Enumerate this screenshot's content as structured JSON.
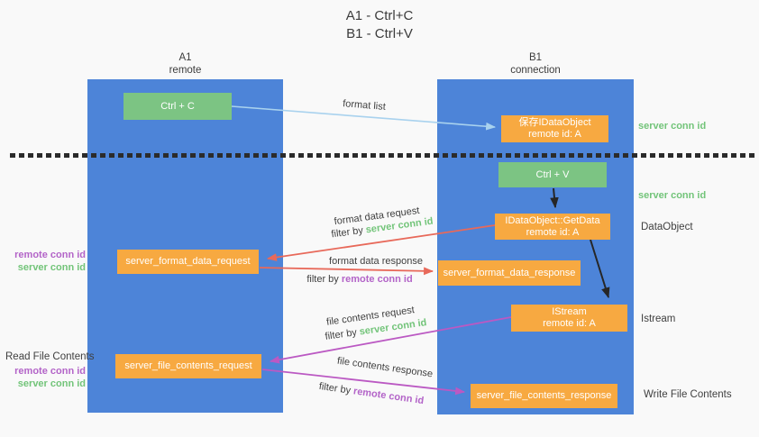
{
  "title": {
    "line1": "A1 - Ctrl+C",
    "line2": "B1 - Ctrl+V"
  },
  "columns": {
    "left": {
      "name": "A1",
      "sub": "remote"
    },
    "right": {
      "name": "B1",
      "sub": "connection"
    }
  },
  "boxes": {
    "ctrl_c": {
      "label": "Ctrl + C"
    },
    "save_idataobject": {
      "line1": "保存IDataObject",
      "line2": "remote id: A"
    },
    "ctrl_v": {
      "label": "Ctrl + V"
    },
    "getdata": {
      "line1": "IDataObject::GetData",
      "line2": "remote id: A"
    },
    "format_request": {
      "label": "server_format_data_request"
    },
    "format_response": {
      "label": "server_format_data_response"
    },
    "istream": {
      "line1": "IStream",
      "line2": "remote id: A"
    },
    "file_request": {
      "label": "server_file_contents_request"
    },
    "file_response": {
      "label": "server_file_contents_response"
    }
  },
  "side_labels": {
    "right_server_conn_top": "server conn id",
    "right_server_conn_mid": "server conn id",
    "dataobject": "DataObject",
    "istream": "Istream",
    "write_file": "Write File Contents",
    "left_remote_conn_top": "remote conn id",
    "left_server_conn_top": "server conn id",
    "read_file": "Read File Contents",
    "left_remote_conn_bottom": "remote conn id",
    "left_server_conn_bottom": "server conn id"
  },
  "arrow_labels": {
    "format_list": "format list",
    "format_data_request": "format data request",
    "format_data_response": "format data response",
    "file_contents_request": "file contents request",
    "file_contents_response": "file contents response",
    "filter_by": "filter by ",
    "server_conn_id": "server conn id",
    "remote_conn_id": "remote conn id"
  },
  "colors": {
    "lane_blue": "#4d84d8",
    "box_green": "#7cc483",
    "box_orange": "#f7a941",
    "label_green": "#72c479",
    "label_purple": "#b364c8",
    "arrow_light_blue": "#a9d2ee",
    "arrow_salmon": "#e8695a",
    "arrow_magenta": "#bb59c3",
    "arrow_black": "#262626",
    "text_dark": "#3f3f3f",
    "background": "#f9f9f9",
    "separator": "#2b2b2b"
  }
}
